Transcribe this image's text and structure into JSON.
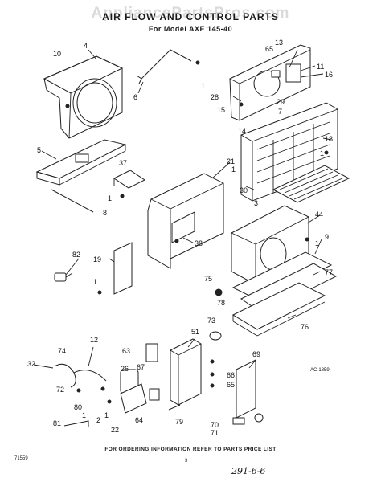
{
  "header": {
    "watermark": "AppliancePartsPros.com",
    "title": "AIR FLOW AND CONTROL PARTS",
    "subtitle": "For Model AXE 145-40"
  },
  "callouts": [
    "10",
    "4",
    "6",
    "1",
    "13",
    "65",
    "11",
    "16",
    "28",
    "29",
    "15",
    "7",
    "14",
    "18",
    "5",
    "1",
    "37",
    "21",
    "1",
    "30",
    "3",
    "1",
    "8",
    "44",
    "9",
    "1",
    "38",
    "82",
    "19",
    "1",
    "77",
    "75",
    "78",
    "76",
    "73",
    "12",
    "51",
    "63",
    "69",
    "74",
    "26",
    "67",
    "AC-1859",
    "32",
    "66",
    "65",
    "72",
    "80",
    "2",
    "1",
    "22",
    "64",
    "79",
    "70",
    "71",
    "81",
    "1"
  ],
  "footer": {
    "ordering_note": "FOR ORDERING INFORMATION REFER TO PARTS PRICE LIST",
    "left_code": "71559",
    "page_number": "3",
    "handwritten": "291-6-6"
  }
}
